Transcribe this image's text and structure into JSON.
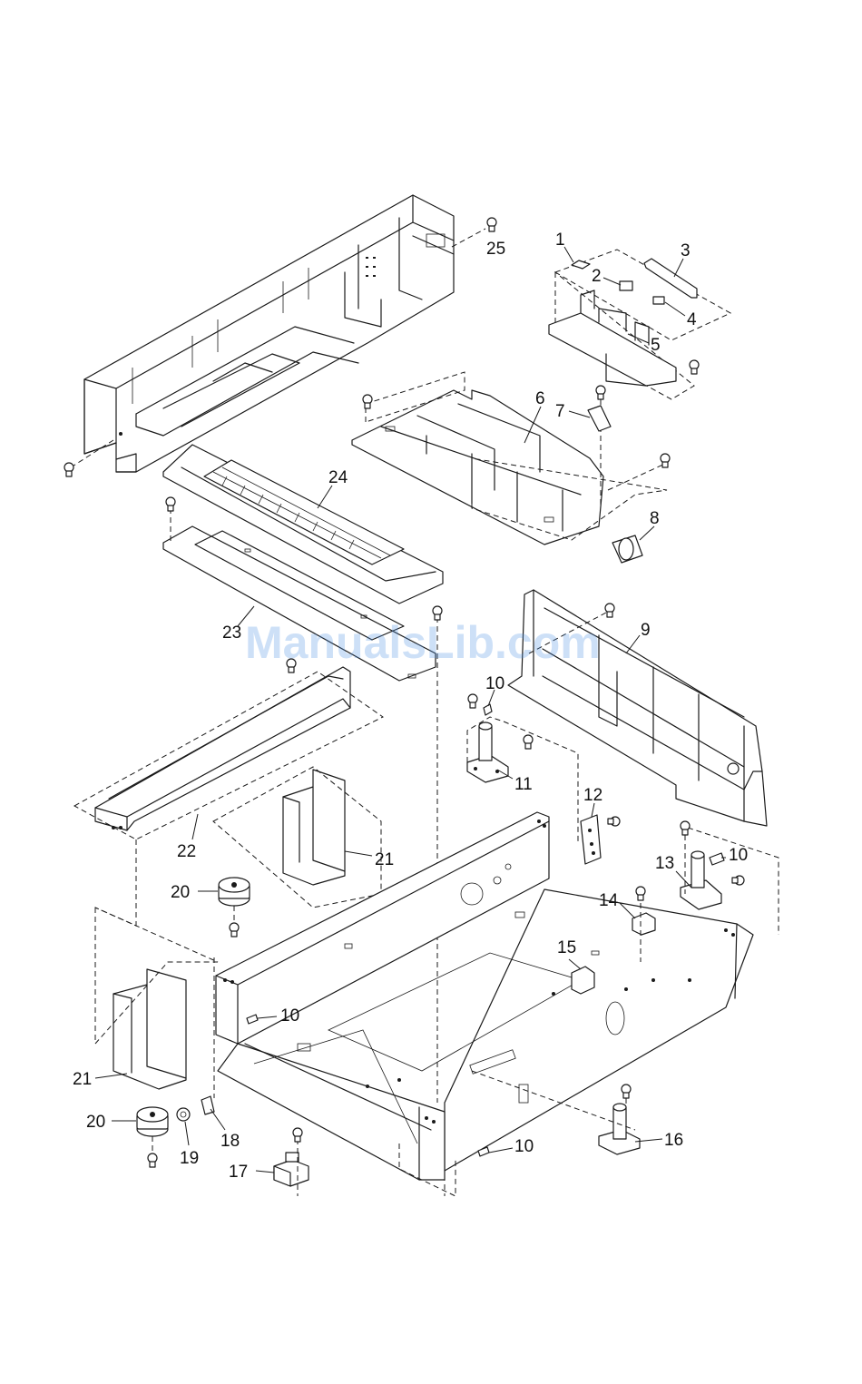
{
  "watermark": "ManualsLib.com",
  "callouts": [
    "1",
    "2",
    "3",
    "4",
    "5",
    "6",
    "7",
    "8",
    "9",
    "10",
    "11",
    "12",
    "13",
    "14",
    "15",
    "16",
    "17",
    "18",
    "19",
    "20",
    "21",
    "22",
    "23",
    "24",
    "25"
  ],
  "callouts_extra": {
    "10b": "10",
    "10c": "10",
    "10d": "10",
    "20b": "20",
    "21b": "21"
  }
}
